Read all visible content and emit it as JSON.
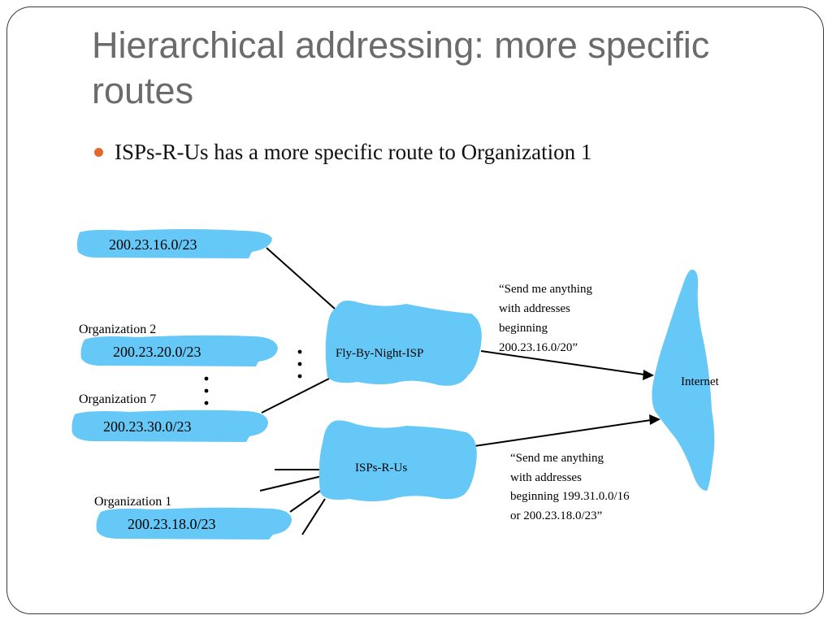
{
  "slide": {
    "title": "Hierarchical addressing: more specific\nroutes",
    "bullet": "ISPs-R-Us has a more specific route to Organization 1"
  },
  "diagram": {
    "org0_prefix": "200.23.16.0/23",
    "org2_label": "Organization 2",
    "org2_prefix": "200.23.20.0/23",
    "org7_label": "Organization 7",
    "org7_prefix": "200.23.30.0/23",
    "org1_label": "Organization 1",
    "org1_prefix": "200.23.18.0/23",
    "fly_isp": "Fly-By-Night-ISP",
    "isps_r_us": "ISPs-R-Us",
    "internet": "Internet",
    "fly_advert": [
      "“Send me anything",
      "with addresses",
      "beginning",
      "200.23.16.0/20”"
    ],
    "isps_advert": [
      "“Send me anything",
      "with addresses",
      "beginning 199.31.0.0/16",
      "or 200.23.18.0/23”"
    ]
  },
  "colors": {
    "cloud_fill": "#66c8f7",
    "title_gray": "#6b6b6b",
    "bullet_orange": "#e06a2c"
  }
}
